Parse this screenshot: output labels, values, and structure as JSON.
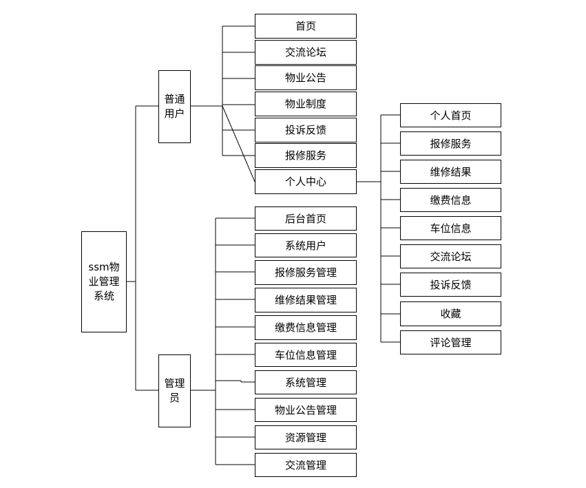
{
  "root": {
    "label": "ssm物\n业管理\n系统"
  },
  "user_group": {
    "label": "普通\n用户",
    "items": [
      "首页",
      "交流论坛",
      "物业公告",
      "物业制度",
      "投诉反馈",
      "报修服务",
      "个人中心"
    ]
  },
  "personal_center": {
    "items": [
      "个人首页",
      "报修服务",
      "维修结果",
      "缴费信息",
      "车位信息",
      "交流论坛",
      "投诉反馈",
      "收藏",
      "评论管理"
    ]
  },
  "admin_group": {
    "label": "管理\n员",
    "items": [
      "后台首页",
      "系统用户",
      "报修服务管理",
      "维修结果管理",
      "缴费信息管理",
      "车位信息管理",
      "系统管理",
      "物业公告管理",
      "资源管理",
      "交流管理"
    ]
  }
}
